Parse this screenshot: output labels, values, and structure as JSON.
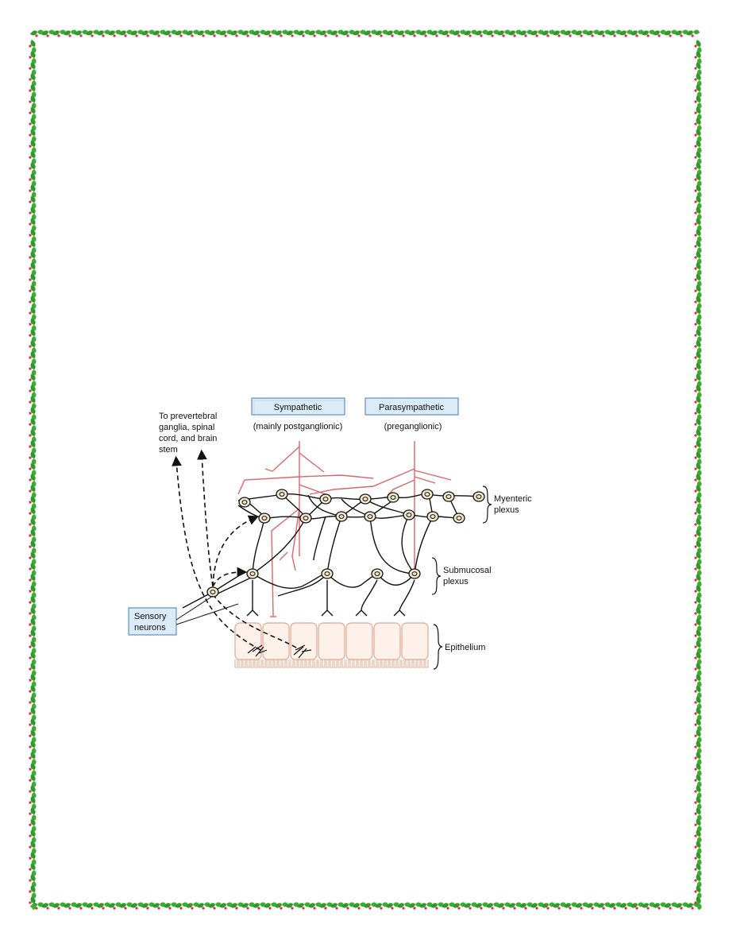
{
  "colors": {
    "nerve_red": "#d9666a",
    "neuron_fill": "#f3e7cc",
    "label_box_fill": "#dcebf8",
    "label_box_stroke": "#5f90bf",
    "epithelium_fill": "#fdf1ea",
    "epithelium_stroke": "#e0a890",
    "holly_leaf": "#2f9a2a",
    "holly_berry": "#d5343a"
  },
  "border": {
    "motif": "holly-leaf-and-berry"
  },
  "diagram": {
    "sympathetic": {
      "title": "Sympathetic",
      "subtitle": "(mainly postganglionic)"
    },
    "parasympathetic": {
      "title": "Parasympathetic",
      "subtitle": "(preganglionic)"
    },
    "afferent_destination": [
      "To prevertebral",
      "ganglia, spinal",
      "cord, and brain",
      "stem"
    ],
    "sensory_neurons": [
      "Sensory",
      "neurons"
    ],
    "myenteric_plexus": [
      "Myenteric",
      "plexus"
    ],
    "submucosal_plexus": [
      "Submucosal",
      "plexus"
    ],
    "epithelium": "Epithelium"
  }
}
